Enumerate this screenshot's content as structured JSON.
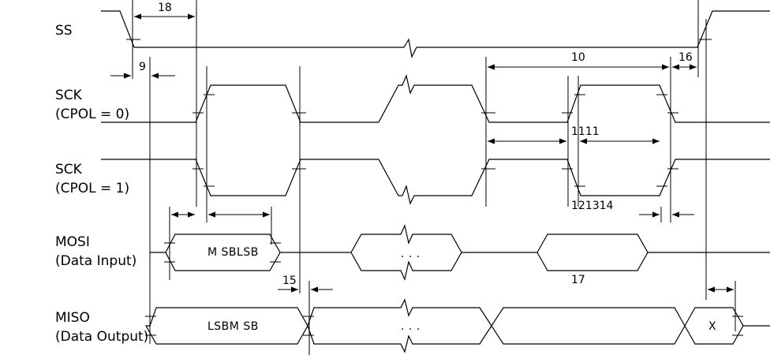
{
  "signals": {
    "ss": "SS",
    "sck0_name": "SCK",
    "sck0_mode": "(CPOL = 0)",
    "sck1_name": "SCK",
    "sck1_mode": "(CPOL = 1)",
    "mosi_name": "MOSI",
    "mosi_desc": "(Data Input)",
    "miso_name": "MISO",
    "miso_desc": "(Data Output)"
  },
  "data_labels": {
    "mosi_bits": "M SBLSB",
    "mosi_dots": ". . .",
    "miso_bits": "LSBM SB",
    "miso_dots": ". . .",
    "miso_x": "X"
  },
  "timing_labels": {
    "t18": "18",
    "t9": "9",
    "t10": "10",
    "t16": "16",
    "t1111": "1111",
    "t121314": "121314",
    "t15": "15",
    "t17": "17"
  }
}
